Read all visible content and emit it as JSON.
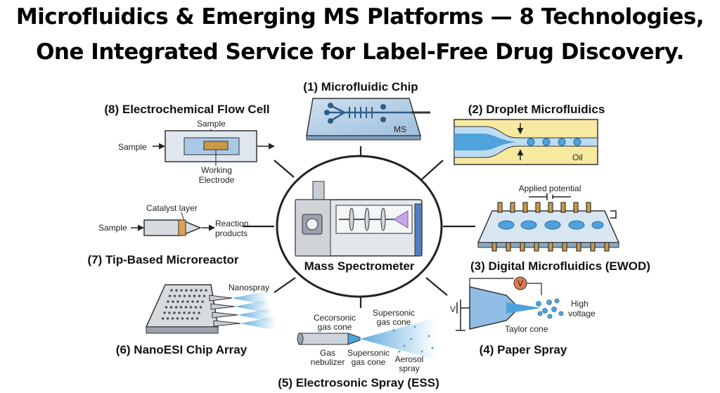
{
  "title": {
    "line1": "Microfluidics & Emerging MS Platforms — 8 Technologies,",
    "line2": "One Integrated Service for Label-Free Drug Discovery."
  },
  "center": {
    "label": "Mass Spectrometer"
  },
  "technologies": [
    {
      "label": "(1) Microfluidic Chip",
      "annotations": [
        "MS"
      ]
    },
    {
      "label": "(2) Droplet Microfluidics",
      "annotations": [
        "Oil"
      ]
    },
    {
      "label": "(3) Digital Microfluidics (EWOD)",
      "annotations": [
        "Applied potential"
      ]
    },
    {
      "label": "(4) Paper Spray",
      "annotations": [
        "V",
        "High",
        "voltage",
        "Taylor cone"
      ]
    },
    {
      "label": "(5) Electrosonic Spray (ESS)",
      "annotations": [
        "Cecorsonic",
        "gas cone",
        "Supersonic",
        "gas cone",
        "Gas",
        "nebulizer",
        "Supersonic",
        "gas cone",
        "Aerosol",
        "spray"
      ]
    },
    {
      "label": "(6) NanoESI Chip Array",
      "annotations": [
        "Nanospray"
      ]
    },
    {
      "label": "(7) Tip-Based Microreactor",
      "annotations": [
        "Catalyst layer",
        "Sample",
        "Reaction",
        "products"
      ]
    },
    {
      "label": "(8) Electrochemical Flow Cell",
      "annotations": [
        "Sample",
        "Sample",
        "Working",
        "Electrode"
      ]
    }
  ],
  "colors": {
    "chip_blue": "#8fb3d6",
    "droplet_yellow": "#f7e9a0",
    "fluid_blue": "#4fa3dc",
    "electrode": "#c89a4a",
    "outline": "#222222"
  }
}
